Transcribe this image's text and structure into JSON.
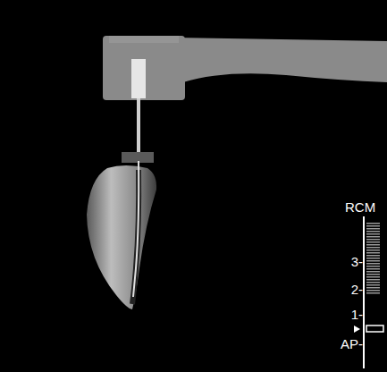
{
  "diagram": {
    "labels": [
      "RCM",
      "3-",
      "2-",
      "1-",
      "AP-"
    ]
  }
}
